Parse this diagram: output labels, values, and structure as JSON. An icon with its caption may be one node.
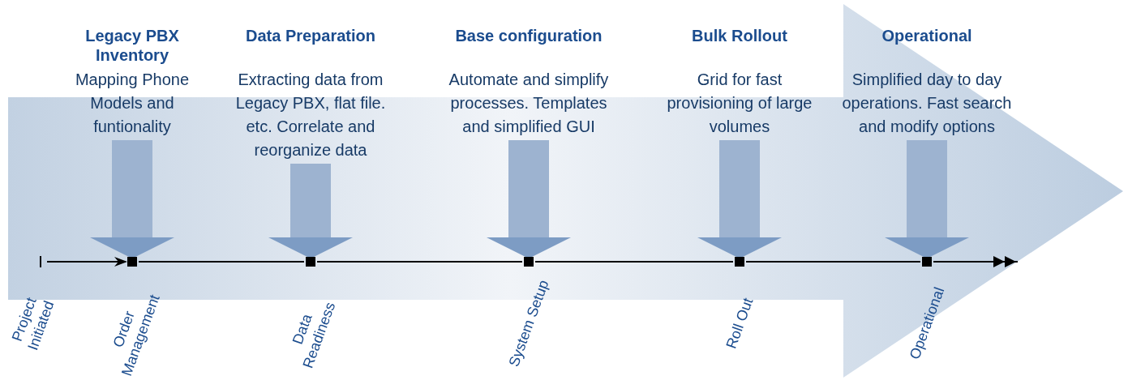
{
  "diagram": {
    "nodes": [
      {
        "text": [
          "Legacy PBX Inventory",
          "Mapping Phone Models and funtionality"
        ]
      },
      {
        "text": [
          "Data Preparation",
          "Extracting data from Legacy PBX, flat file. etc. Correlate and reorganize data"
        ]
      },
      {
        "text": [
          "Base configuration",
          "Automate and simplify processes. Templates and simplified GUI"
        ]
      },
      {
        "text": [
          "Bulk Rollout",
          "Grid for fast provisioning of large volumes"
        ]
      },
      {
        "text": [
          "Operational",
          "Simplified day to day operations. Fast search and modify options"
        ]
      },
      {
        "text": [
          "Project Initiated"
        ]
      },
      {
        "text": [
          "Order Management"
        ]
      },
      {
        "text": [
          "Data Readiness"
        ]
      },
      {
        "text": [
          "System Setup"
        ]
      },
      {
        "text": [
          "Roll Out"
        ]
      },
      {
        "text": [
          "Operational"
        ]
      }
    ],
    "edges": [
      {
        "from": 0,
        "to": 6,
        "arrow": "to",
        "style": "thick",
        "color": "#9db3d0"
      },
      {
        "from": 1,
        "to": 7,
        "arrow": "to",
        "style": "thick",
        "color": "#9db3d0"
      },
      {
        "from": 2,
        "to": 8,
        "arrow": "to",
        "style": "thick",
        "color": "#9db3d0"
      },
      {
        "from": 3,
        "to": 9,
        "arrow": "to",
        "style": "thick",
        "color": "#9db3d0"
      },
      {
        "from": 4,
        "to": 10,
        "arrow": "to",
        "style": "thick",
        "color": "#9db3d0"
      },
      {
        "from": 5,
        "to": 6,
        "arrow": "to"
      },
      {
        "from": 6,
        "to": 7,
        "arrow": "none"
      },
      {
        "from": 7,
        "to": 8,
        "arrow": "none"
      },
      {
        "from": 8,
        "to": 9,
        "arrow": "none"
      },
      {
        "from": 9,
        "to": 10,
        "arrow": "none"
      },
      {
        "from": 10,
        "to": null,
        "arrow": "to"
      }
    ]
  }
}
